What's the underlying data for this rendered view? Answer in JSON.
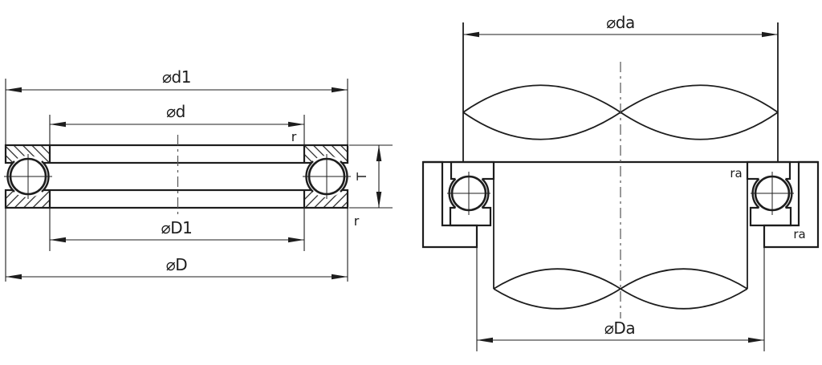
{
  "figure": {
    "description": "Thrust ball bearing engineering drawing: cross-section view and shaft/housing mounting view",
    "ink_color": "#1d1d1d",
    "background_color": "#ffffff"
  },
  "section_view": {
    "dim_d1": "⌀d1",
    "dim_d": "⌀d",
    "radius_top": "r",
    "height_T": "T",
    "radius_bottom": "r",
    "dim_D1": "⌀D1",
    "dim_D": "⌀D"
  },
  "mounting_view": {
    "dim_da": "⌀da",
    "fillet_top": "ra",
    "fillet_bottom": "ra",
    "dim_Da": "⌀Da"
  }
}
